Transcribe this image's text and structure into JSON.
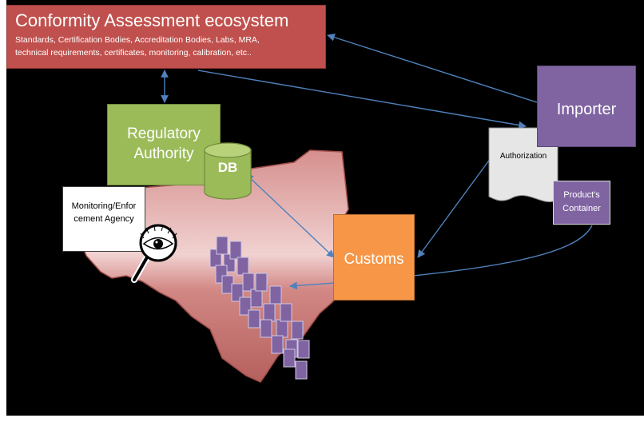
{
  "conformity": {
    "title": "Conformity Assessment ecosystem",
    "line1": "Standards, Certification Bodies, Accreditation Bodies, Labs, MRA,",
    "line2": "technical requirements, certificates, monitoring, calibration, etc.."
  },
  "regulatory": {
    "line1": "Regulatory",
    "line2": "Authority"
  },
  "importer": {
    "label": "Importer"
  },
  "customs": {
    "label": "Customs"
  },
  "monitoring": {
    "line1": "Monitoring/Enfor",
    "line2": "cement Agency"
  },
  "product": {
    "line1": "Product's",
    "line2": "Container"
  },
  "authorization": {
    "label": "Authorization"
  },
  "db": {
    "label": "DB"
  },
  "colors": {
    "background": "#000000",
    "conformity_box": "#c0504d",
    "regulatory_box": "#9bbb59",
    "importer_box": "#8064a2",
    "customs_box": "#f79646",
    "container_fill": "#8064a2",
    "map_fill": "#d99694",
    "arrow": "#4f81bd"
  }
}
